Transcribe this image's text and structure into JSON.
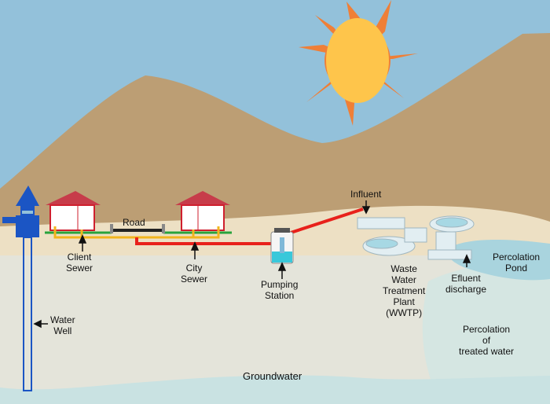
{
  "diagram": {
    "title": "Sewer to wastewater treatment and groundwater cycle",
    "colors": {
      "sky": "#93c1da",
      "mountain": "#bc9e74",
      "ground_surface": "#ede0c4",
      "subsoil": "#e4e4da",
      "groundwater": "#c9e2e2",
      "water_well": "#1b55c4",
      "sewer_pipe_city": "#e8211b",
      "sewer_pipe_client": "#f2b51e",
      "lawn": "#29a33c",
      "road": "#222222",
      "house_roof": "#c73c4a",
      "house_wall": "#cf1f2e",
      "sun_core": "#fec54b",
      "sun_rays": "#ef7f37",
      "pond": "#a9d4de"
    },
    "labels": {
      "road": "Road",
      "client_sewer": "Client\nSewer",
      "city_sewer": "City\nSewer",
      "pumping_station": "Pumping\nStation",
      "influent": "Influent",
      "wwtp": "Waste\nWater\nTreatment\nPlant\n(WWTP)",
      "effluent_discharge": "Efluent\ndischarge",
      "percolation_pond": "Percolation\nPond",
      "percolation_treated": "Percolation\nof\ntreated water",
      "water_well": "Water\nWell",
      "groundwater": "Groundwater"
    }
  }
}
